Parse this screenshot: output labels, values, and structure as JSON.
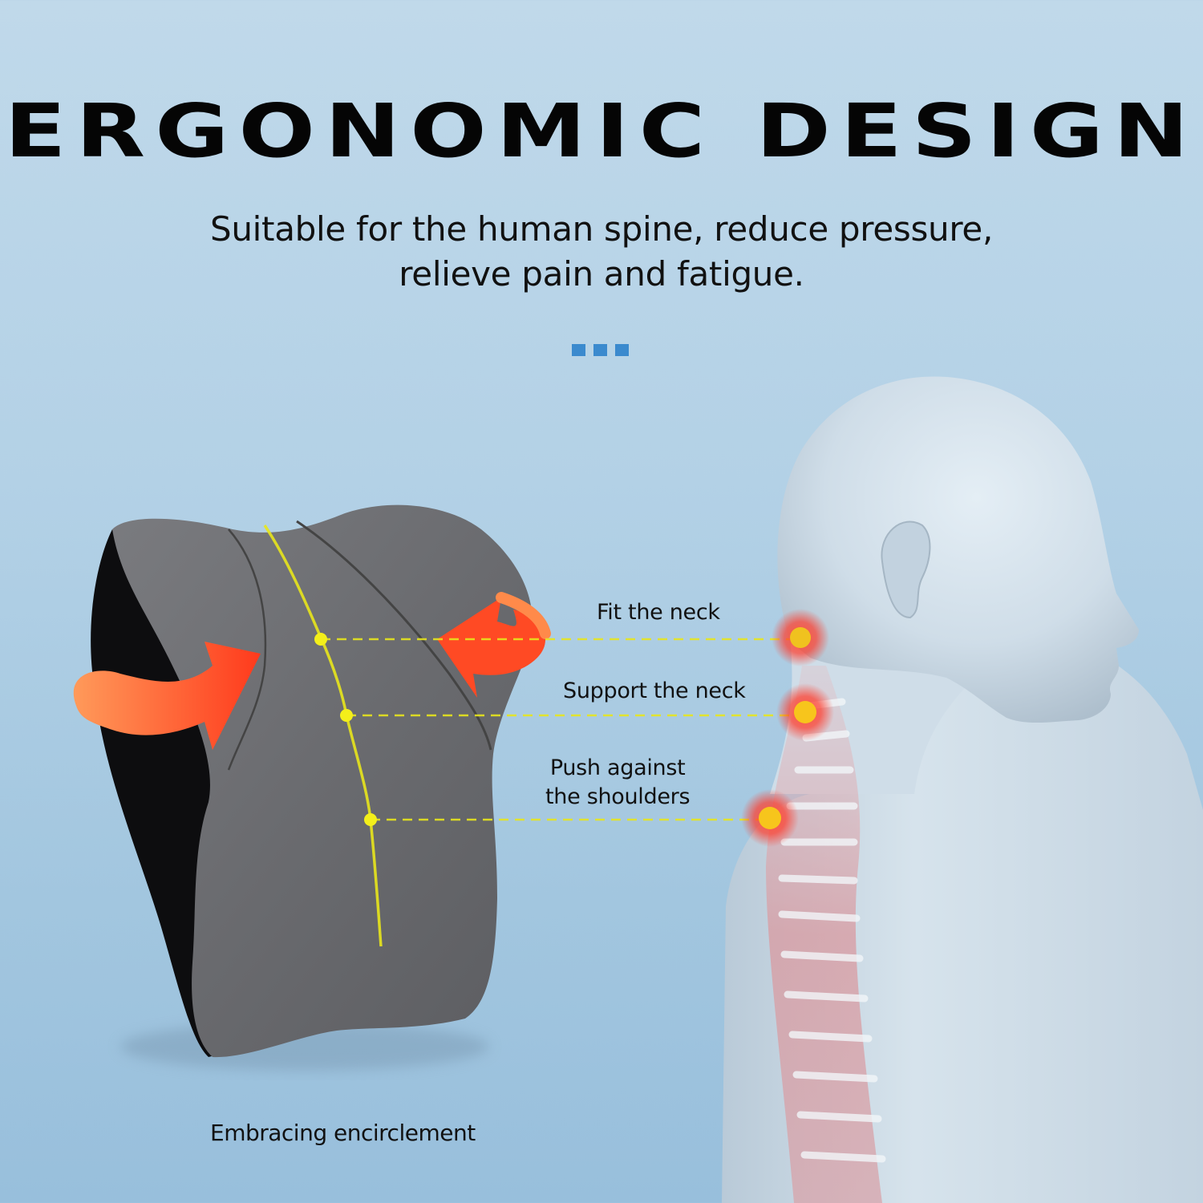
{
  "header": {
    "title": "ERGONOMIC DESIGN",
    "subtitle_line1": "Suitable for the human spine, reduce pressure,",
    "subtitle_line2": "relieve pain and fatigue.",
    "divider_color": "#3b8ace"
  },
  "callouts": [
    {
      "label": "Fit the neck"
    },
    {
      "label": "Support the neck"
    },
    {
      "label_line1": "Push against",
      "label_line2": "the shoulders"
    }
  ],
  "caption": "Embracing encirclement",
  "colors": {
    "background_top": "#c0d9ea",
    "background_bottom": "#98bfdc",
    "pillow": "#6c6d71",
    "pillow_side": "#0d0d0f",
    "arrow": "#ff4a24",
    "spine_line": "#e8e61c",
    "pain_point": "#f0c21f",
    "pain_glow": "#ff3b2b"
  },
  "illustrations": {
    "product": "neck-pillow",
    "figure": "human-head-and-spine-profile"
  }
}
